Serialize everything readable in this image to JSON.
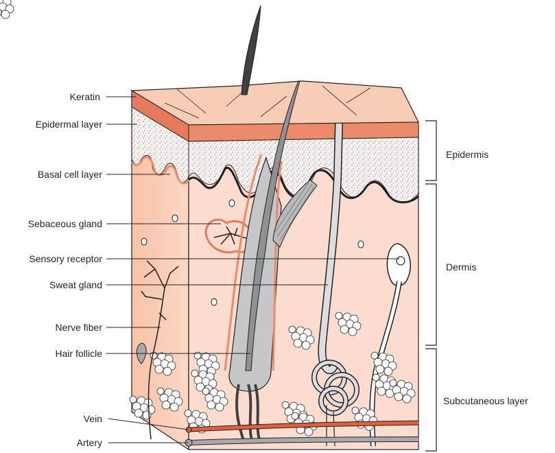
{
  "diagram": {
    "left_labels": {
      "keratin": "Keratin",
      "epidermal_layer": "Epidermal layer",
      "basal_cell_layer": "Basal cell layer",
      "sebaceous_gland": "Sebaceous gland",
      "sensory_receptor": "Sensory receptor",
      "sweat_gland": "Sweat gland",
      "nerve_fiber": "Nerve fiber",
      "hair_follicle": "Hair follicle",
      "vein": "Vein",
      "artery": "Artery"
    },
    "right_labels": {
      "epidermis": "Epidermis",
      "dermis": "Dermis",
      "subcutaneous_layer": "Subcutaneous layer"
    },
    "colors": {
      "keratin": "#ec8a6c",
      "epidermis_speckle": "#f4f1ee",
      "dermis": "#fbdccf",
      "dermis_shadow": "#f5b49a",
      "hair": "#8f9193",
      "fat": "#ffffff",
      "vein": "#e0603e",
      "artery": "#a7a9ac",
      "outline": "#231f20"
    }
  }
}
